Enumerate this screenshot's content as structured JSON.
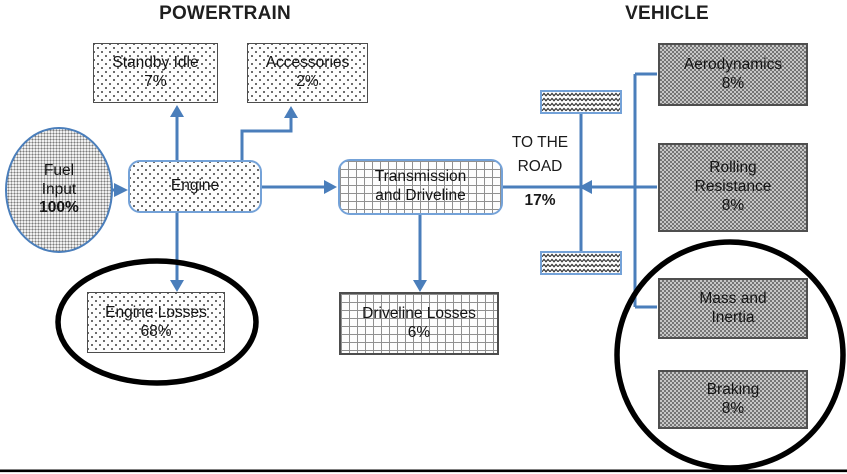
{
  "titles": {
    "powertrain": "POWERTRAIN",
    "vehicle": "VEHICLE"
  },
  "nodes": {
    "fuel_input": {
      "label": "Fuel Input",
      "value": "100%"
    },
    "standby_idle": {
      "label": "Standby Idle",
      "value": "7%"
    },
    "accessories": {
      "label": "Accessories",
      "value": "2%"
    },
    "engine": {
      "label": "Engine"
    },
    "engine_losses": {
      "label": "Engine Losses",
      "value": "68%"
    },
    "transmission": {
      "label": "Transmission and Driveline"
    },
    "driveline_losses": {
      "label": "Driveline Losses",
      "value": "6%"
    },
    "to_the_road": {
      "label": "TO THE ROAD",
      "value": "17%"
    },
    "aerodynamics": {
      "label": "Aerodynamics",
      "value": "8%"
    },
    "rolling_resistance": {
      "label": "Rolling Resistance",
      "value": "8%"
    },
    "mass_inertia": {
      "label": "Mass and Inertia"
    },
    "braking": {
      "label": "Braking",
      "value": "8%"
    }
  },
  "icons": {
    "wheel_top": "tire-tread",
    "wheel_bottom": "tire-tread"
  },
  "annotations": {
    "engine_losses_highlight": "black-ellipse",
    "vehicle_losses_highlight": "black-circle",
    "bottom_rule": "black-line"
  },
  "colors": {
    "connector_blue": "#4a7ebb",
    "node_border_blue": "#74a2d8",
    "dark_box_fill": "#9e9e9e",
    "annotation_black": "#000000",
    "text": "#1a1a1a"
  }
}
